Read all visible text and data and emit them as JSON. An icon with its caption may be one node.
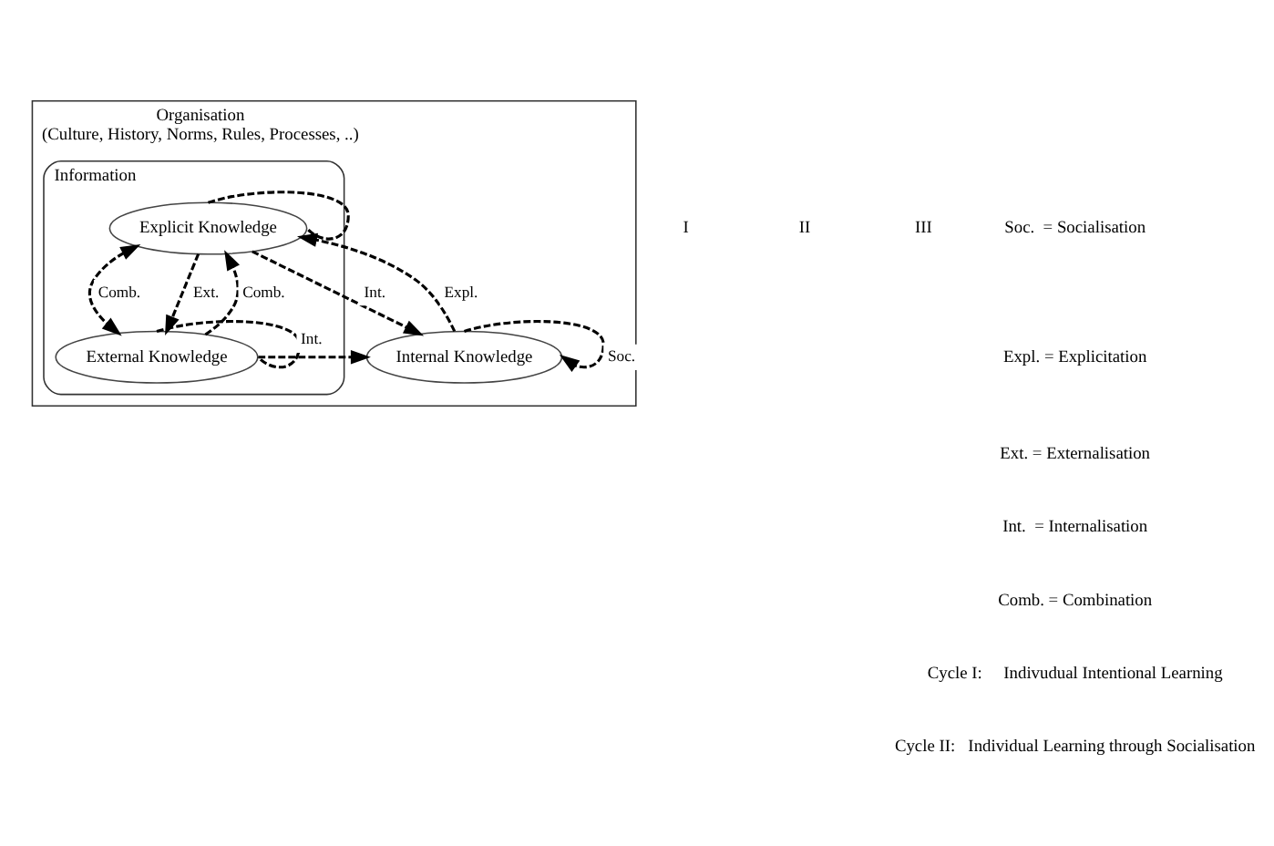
{
  "diagram": {
    "nodes": [
      {
        "text": [
          "Organisation",
          "(Culture, History, Norms, Rules, Processes, ..)"
        ]
      },
      {
        "text": [
          "Information"
        ],
        "in": 0
      },
      {
        "text": [
          "Explicit Knowledge"
        ],
        "in": 1
      },
      {
        "text": [
          "External Knowledge"
        ],
        "in": 1
      },
      {
        "text": [
          "Internal Knowledge"
        ],
        "in": 0
      }
    ],
    "edges": [
      {
        "from": 4,
        "to": 2,
        "arrow": "to",
        "label": "Expl.",
        "style": "dashed"
      },
      {
        "from": 2,
        "to": 4,
        "arrow": "to",
        "label": "Int.",
        "style": "dashed"
      },
      {
        "from": 3,
        "to": 4,
        "arrow": "to",
        "label": "Int.",
        "style": "dashed"
      },
      {
        "from": 2,
        "to": 3,
        "arrow": "both",
        "label": "Comb.",
        "style": "dashed"
      },
      {
        "from": 4,
        "to": 4,
        "arrow": "to",
        "label": "Soc.",
        "style": "dashed"
      },
      {
        "from": 3,
        "to": 2,
        "arrow": "to",
        "label": "Comb.",
        "style": "dashed"
      },
      {
        "from": 2,
        "to": 3,
        "arrow": "to",
        "label": "Ext.",
        "style": "dashed"
      },
      {
        "from": 2,
        "to": 2,
        "arrow": "none",
        "style": "dashed"
      },
      {
        "from": 3,
        "to": 3,
        "arrow": "none",
        "style": "dashed"
      }
    ],
    "labels": [
      "I",
      "II",
      "III",
      "Soc.  = Socialisation",
      "Expl. = Explicitation",
      "Ext. = Externalisation",
      "Int.  = Internalisation",
      "Comb. = Combination",
      "Cycle I:     Indivudual Intentional Learning",
      "Cycle II:   Individual Learning through Socialisation"
    ]
  }
}
